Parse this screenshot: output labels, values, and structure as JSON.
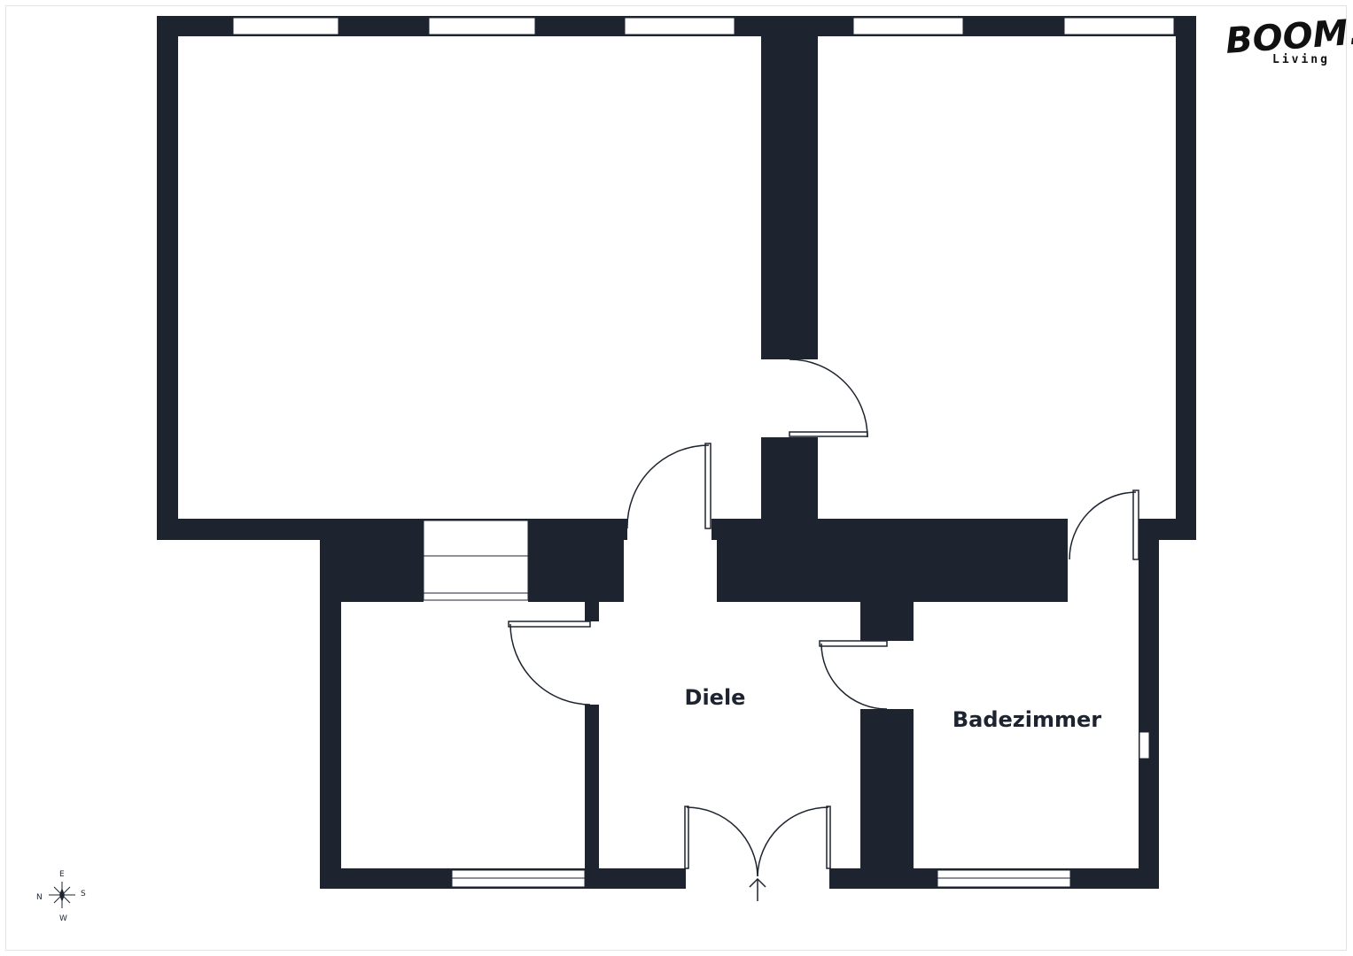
{
  "logo": {
    "main": "BOOM!",
    "sub": "Living"
  },
  "rooms": {
    "hallway": "Diele",
    "bathroom": "Badezimmer"
  },
  "compass": {
    "north": "N",
    "east": "E",
    "south": "S",
    "west": "W"
  },
  "colors": {
    "wall": "#1d2430",
    "background": "#ffffff",
    "line": "#1d2430"
  }
}
